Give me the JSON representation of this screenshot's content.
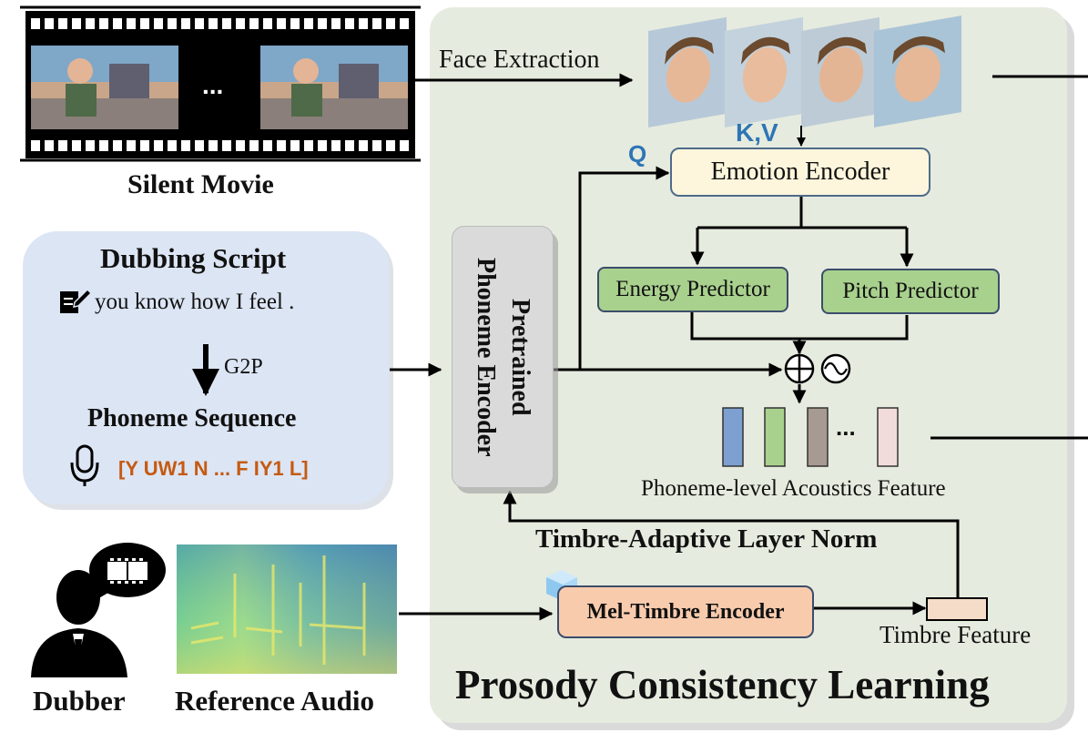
{
  "colors": {
    "panel": "#e6ebdf",
    "script_panel": "#dce5f4",
    "encoder_yellow": "#fdf6dc",
    "predictor_green": "#a9d18e",
    "mel_orange": "#f8cbad",
    "feature_blue": "#7da0d0",
    "feature_green": "#a9d18e",
    "feature_brown": "#a79a92",
    "feature_pink": "#f2dcdb",
    "phoneme_orange": "#c55a11",
    "qkv_blue": "#2e75b6"
  },
  "silent_movie": {
    "label": "Silent Movie",
    "ellipsis": "..."
  },
  "script": {
    "title": "Dubbing Script",
    "text_icon": "edit-note-icon",
    "text": "you know how I feel .",
    "g2p": "G2P",
    "phoneme_title": "Phoneme Sequence",
    "mic_icon": "microphone-icon",
    "phoneme_sequence": "[Y UW1 N ... F IY1 L]"
  },
  "face_extraction": "Face Extraction",
  "q_label": "Q",
  "kv_label": "K,V",
  "emotion_encoder": "Emotion Encoder",
  "energy_predictor": "Energy Predictor",
  "pitch_predictor": "Pitch Predictor",
  "phoneme_encoder": {
    "line1": "Pretrained",
    "line2": "Phoneme Encoder"
  },
  "feature_ellipsis": "...",
  "feature_label": "Phoneme-level Acoustics Feature",
  "talnorm": "Timbre-Adaptive Layer Norm",
  "mel_encoder": "Mel-Timbre Encoder",
  "timbre_feature": "Timbre Feature",
  "panel_title": "Prosody Consistency Learning",
  "dubber": "Dubber",
  "reference_audio": "Reference Audio"
}
